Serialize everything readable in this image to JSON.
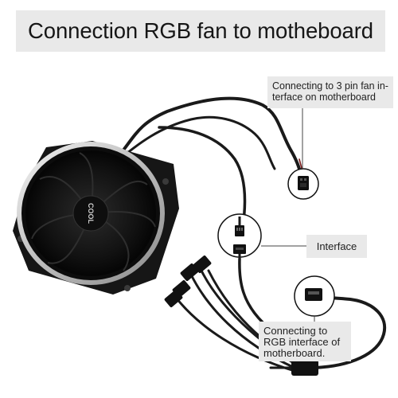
{
  "title": "Connection RGB fan to motheboard",
  "labels": {
    "fan_header": [
      "Connecting to 3 pin fan in-",
      "terface on motherboard"
    ],
    "interface": "Interface",
    "rgb_header": [
      "Connecting to",
      "RGB interface of",
      "motherboard."
    ]
  },
  "fan_logo_text": "COOL",
  "colors": {
    "label_bg": "#e9e9e9",
    "fan_body": "#161616",
    "cable": "#1a1a1a",
    "callout_line": "#444444"
  },
  "icons": [
    "fan-image",
    "3-pin-connector-icon",
    "rgb-connector-icon",
    "splitter-cable-icon"
  ]
}
